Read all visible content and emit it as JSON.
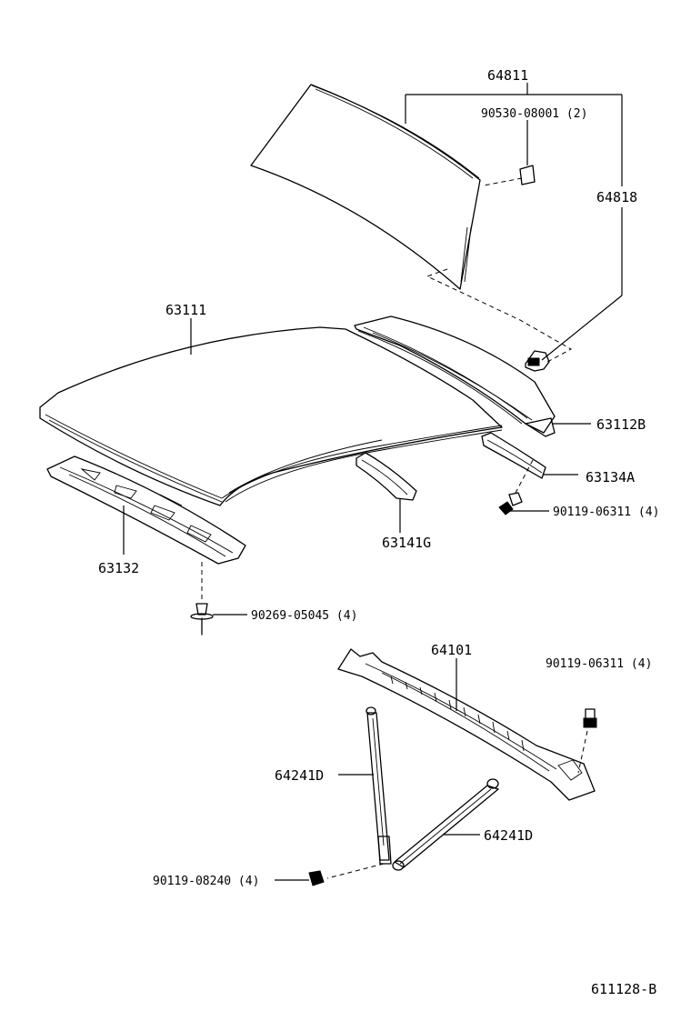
{
  "labels": {
    "rear_window": "64811",
    "rear_window_clip": "90530-08001 (2)",
    "rear_window_bracket": "64818",
    "roof_panel": "63111",
    "roof_panel_rear": "63112B",
    "roof_rail_rear": "63134A",
    "roof_bolt_upper": "90119-06311 (4)",
    "roof_bow": "63141G",
    "roof_header": "63132",
    "rivet": "90269-05045 (4)",
    "package_tray": "64101",
    "package_bolt": "90119-06311 (4)",
    "stay_left": "64241D",
    "stay_right": "64241D",
    "stay_bolt": "90119-08240 (4)"
  },
  "diagram_code": "611128-B"
}
